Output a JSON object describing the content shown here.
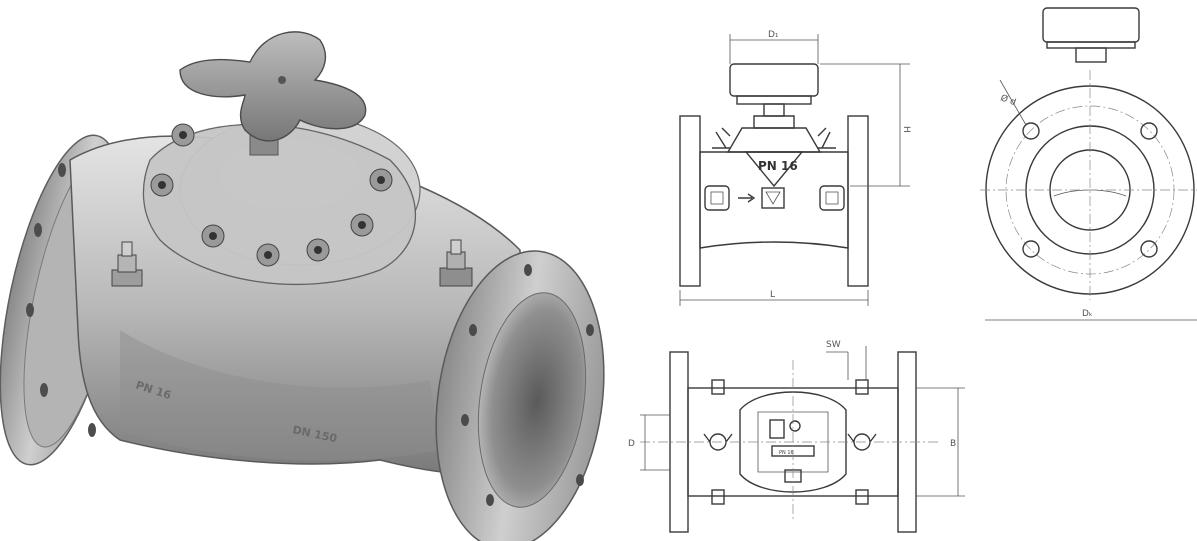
{
  "photo": {
    "body_marking_pressure": "PN 16",
    "body_marking_size": "DN 150"
  },
  "front_view": {
    "label_handwheel_diameter": "D₁",
    "label_height": "H",
    "label_pressure": "PN 16",
    "label_length": "L"
  },
  "side_view": {
    "label_bolt_hole": "Ø d",
    "label_flange_diameter": "Dₖ"
  },
  "top_view": {
    "label_wrench_size": "SW",
    "label_bore": "D",
    "label_width": "B",
    "label_plate": "PN 16"
  },
  "colors": {
    "metal_light": "#d8d8d8",
    "metal_mid": "#a9a9a9",
    "metal_dark": "#6e6e6e",
    "line": "#3a3a3a"
  }
}
